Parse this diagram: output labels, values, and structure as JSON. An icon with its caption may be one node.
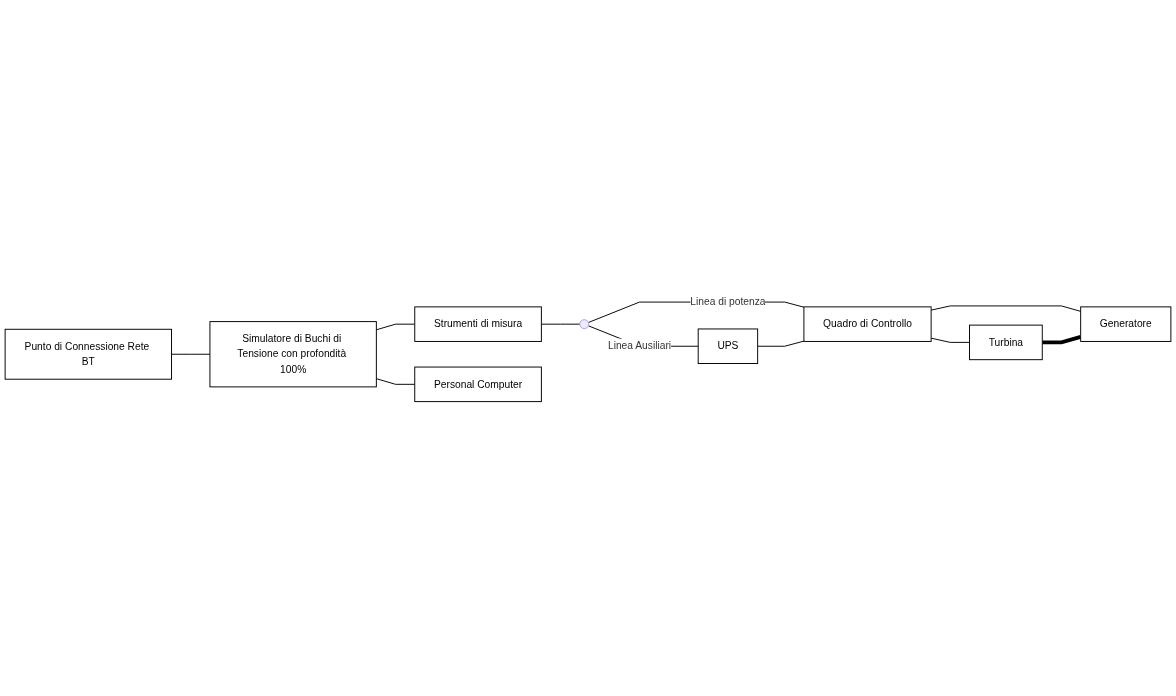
{
  "diagram": {
    "nodes": [
      {
        "text": [
          "Punto di Connessione Rete BT"
        ]
      },
      {
        "text": [
          "Strumenti di misura"
        ]
      },
      {
        "text": [
          "Simulatore di Buchi di Tensione con profondità 100%"
        ]
      },
      {
        "text": [
          "Personal Computer"
        ]
      },
      {
        "text": [],
        "shape": "circle"
      },
      {
        "text": [
          "UPS"
        ]
      },
      {
        "text": [
          "Quadro di Controllo"
        ]
      },
      {
        "text": [
          "Turbina"
        ]
      },
      {
        "text": [
          "Generatore"
        ]
      }
    ],
    "edges": [
      {
        "from": 0,
        "to": 2,
        "arrow": "none"
      },
      {
        "from": 2,
        "to": 1,
        "arrow": "none"
      },
      {
        "from": 1,
        "to": 4,
        "arrow": "none"
      },
      {
        "from": 4,
        "to": 6,
        "arrow": "none",
        "label": "Linea di potenza"
      },
      {
        "from": 4,
        "to": 5,
        "arrow": "none",
        "label": "Linea Ausiliari"
      },
      {
        "from": 5,
        "to": 6,
        "arrow": "none"
      },
      {
        "from": 6,
        "to": 7,
        "arrow": "none"
      },
      {
        "from": 6,
        "to": 8,
        "arrow": "none"
      },
      {
        "from": 7,
        "to": 8,
        "arrow": "none",
        "style": "thick"
      },
      {
        "from": 2,
        "to": 3,
        "arrow": "none"
      }
    ]
  }
}
